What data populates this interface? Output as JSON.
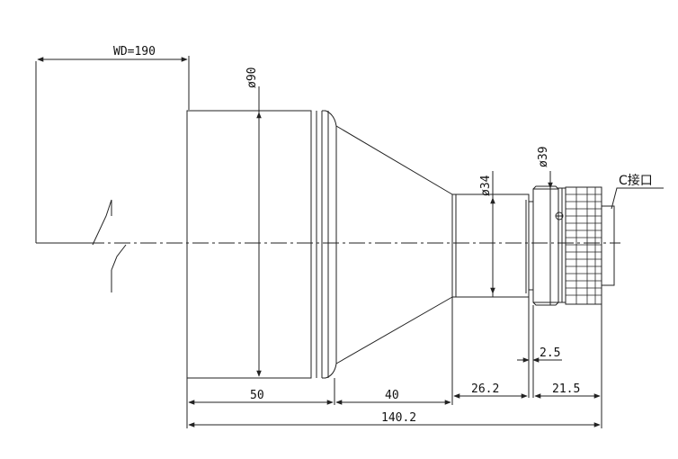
{
  "drawing": {
    "working_distance": "WD=190",
    "dim_90": "ø90",
    "dim_34": "ø34",
    "dim_39": "ø39",
    "mount_label": "C接口",
    "len_50": "50",
    "len_40": "40",
    "len_26_2": "26.2",
    "len_21_5": "21.5",
    "len_2_5": "2.5",
    "len_total": "140.2"
  },
  "colors": {
    "line": "#222222",
    "background": "#ffffff"
  }
}
